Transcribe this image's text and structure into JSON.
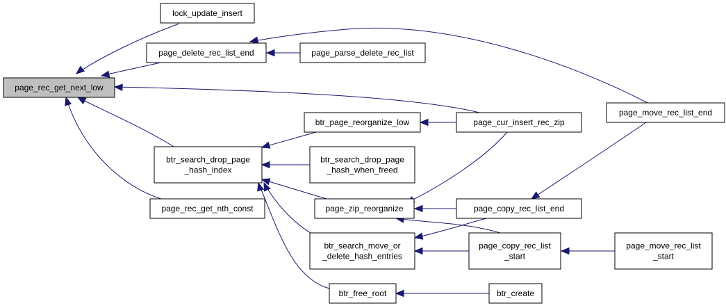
{
  "graph": {
    "edge_color": "#191970",
    "root_fill": "#bfbfbf",
    "nodes": {
      "root": {
        "lines": [
          "page_rec_get_next_low"
        ]
      },
      "lock_update_insert": {
        "lines": [
          "lock_update_insert"
        ]
      },
      "page_delete_rec_list_end": {
        "lines": [
          "page_delete_rec_list_end"
        ]
      },
      "page_parse_delete_rec_list": {
        "lines": [
          "page_parse_delete_rec_list"
        ]
      },
      "btr_search_drop_page_hash_index": {
        "lines": [
          "btr_search_drop_page",
          "_hash_index"
        ]
      },
      "page_rec_get_nth_const": {
        "lines": [
          "page_rec_get_nth_const"
        ]
      },
      "btr_page_reorganize_low": {
        "lines": [
          "btr_page_reorganize_low"
        ]
      },
      "btr_search_drop_page_hash_when_freed": {
        "lines": [
          "btr_search_drop_page",
          "_hash_when_freed"
        ]
      },
      "page_zip_reorganize": {
        "lines": [
          "page_zip_reorganize"
        ]
      },
      "btr_search_move_or_delete_hash_entries": {
        "lines": [
          "btr_search_move_or",
          "_delete_hash_entries"
        ]
      },
      "btr_free_root": {
        "lines": [
          "btr_free_root"
        ]
      },
      "page_cur_insert_rec_zip": {
        "lines": [
          "page_cur_insert_rec_zip"
        ]
      },
      "page_copy_rec_list_end": {
        "lines": [
          "page_copy_rec_list_end"
        ]
      },
      "page_copy_rec_list_start": {
        "lines": [
          "page_copy_rec_list",
          "_start"
        ]
      },
      "btr_create": {
        "lines": [
          "btr_create"
        ]
      },
      "page_move_rec_list_end": {
        "lines": [
          "page_move_rec_list_end"
        ]
      },
      "page_move_rec_list_start": {
        "lines": [
          "page_move_rec_list",
          "_start"
        ]
      }
    }
  }
}
